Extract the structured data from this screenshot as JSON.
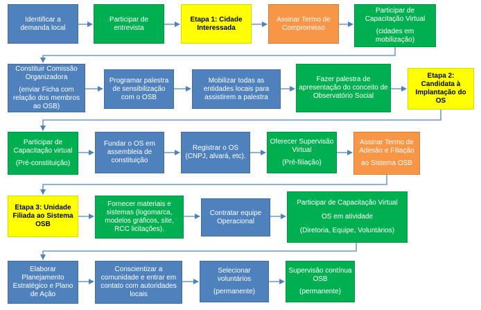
{
  "colors": {
    "blue": "#4f81bd",
    "green": "#00b050",
    "yellow": "#ffff00",
    "orange": "#f79646",
    "arrow": "#4f81bd"
  },
  "steps": [
    {
      "id": "s1",
      "text": "Identificar a demanda local",
      "color": "blue"
    },
    {
      "id": "s2",
      "text": "Participar de entrevista",
      "color": "green"
    },
    {
      "id": "s3",
      "text": "Etapa 1: Cidade Interessada",
      "color": "yellow"
    },
    {
      "id": "s4",
      "text": "Assinar Termo de Compromisso",
      "color": "orange"
    },
    {
      "id": "s5",
      "text": "Participar de Capacitação Virtual",
      "sub": "(cidades em mobilização)",
      "color": "green"
    },
    {
      "id": "s6",
      "text": "Constituir Comissão Organizadora",
      "sub": "(enviar Ficha com relação dos membros ao OSB)",
      "color": "blue"
    },
    {
      "id": "s7",
      "text": "Programar palestra de sensibilização com o OSB",
      "color": "blue"
    },
    {
      "id": "s8",
      "text": "Mobilizar todas as entidades locais para assistirem a palestra",
      "color": "blue"
    },
    {
      "id": "s9",
      "text": "Fazer palestra de apresentação do conceito de Observatório Social",
      "color": "green"
    },
    {
      "id": "s10",
      "text": "Etapa 2: Candidata à Implantação do OS",
      "color": "yellow"
    },
    {
      "id": "s11",
      "text": "Participar de Capacitação virtual",
      "sub": "(Pré-constituição)",
      "color": "green"
    },
    {
      "id": "s12",
      "text": "Fundar o OS em assembleia de constituição",
      "color": "blue"
    },
    {
      "id": "s13",
      "text": "Registrar o OS (CNPJ, alvará, etc).",
      "color": "blue"
    },
    {
      "id": "s14",
      "text": "Oferecer Supervisão Virtual",
      "sub": "(Pré-filiação)",
      "color": "green"
    },
    {
      "id": "s15",
      "text": "Assinar Termo de Adesão e Filiação",
      "sub": "ao Sistema OSB",
      "color": "orange"
    },
    {
      "id": "s16",
      "text": "Etapa 3: Unidade Filiada ao Sistema OSB",
      "color": "yellow"
    },
    {
      "id": "s17",
      "text": "Fornecer materiais e sistemas (logomarca, modelos gráficos, site, RCC licitações).",
      "color": "green"
    },
    {
      "id": "s18",
      "text": "Contratar equipe Operacional",
      "color": "blue"
    },
    {
      "id": "s19",
      "text": "Participar de Capacitação Virtual",
      "sub": "OS em atividade",
      "sub2": "(Diretoria, Equipe, Voluntários)",
      "color": "green"
    },
    {
      "id": "s20",
      "text": "Elaborar Planejamento Estratégico e Plano de Ação",
      "color": "blue"
    },
    {
      "id": "s21",
      "text": "Conscientizar a comunidade e entrar em contato com autoridades locais",
      "color": "blue"
    },
    {
      "id": "s22",
      "text": "Selecionar voluntários",
      "sub": "(permanente)",
      "color": "blue"
    },
    {
      "id": "s23",
      "text": "Supervisão contínua OSB",
      "sub": "(permanente)",
      "color": "green"
    }
  ]
}
